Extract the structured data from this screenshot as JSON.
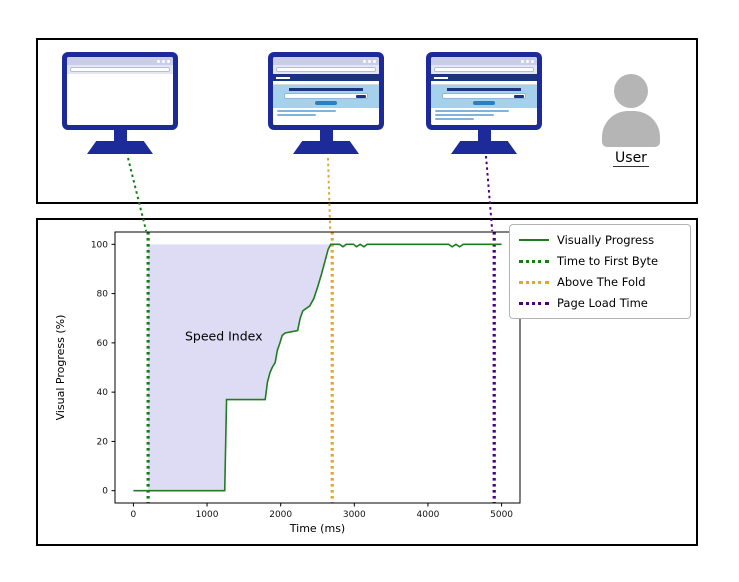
{
  "figure": {
    "user_label": "User"
  },
  "chart_data": {
    "type": "line",
    "title": "",
    "xlabel": "Time (ms)",
    "ylabel": "Visual Progress (%)",
    "xlim": [
      -250,
      5250
    ],
    "ylim": [
      -5,
      105
    ],
    "xticks": [
      0,
      1000,
      2000,
      3000,
      4000,
      5000
    ],
    "yticks": [
      0,
      20,
      40,
      60,
      80,
      100
    ],
    "grid": false,
    "legend_position": "upper right",
    "annotation": {
      "text": "Speed Index",
      "x": 700,
      "y": 61
    },
    "series": [
      {
        "name": "Visually Progress",
        "color": "#1f7d1f",
        "style": "solid",
        "points": [
          [
            0,
            0
          ],
          [
            1240,
            0
          ],
          [
            1265,
            37
          ],
          [
            1790,
            37
          ],
          [
            1820,
            44
          ],
          [
            1855,
            48
          ],
          [
            1885,
            50
          ],
          [
            1925,
            52
          ],
          [
            1955,
            57
          ],
          [
            1990,
            60
          ],
          [
            2020,
            63
          ],
          [
            2060,
            64
          ],
          [
            2230,
            65
          ],
          [
            2265,
            70
          ],
          [
            2300,
            73
          ],
          [
            2395,
            75
          ],
          [
            2450,
            78
          ],
          [
            2505,
            83
          ],
          [
            2555,
            88
          ],
          [
            2600,
            93
          ],
          [
            2645,
            98
          ],
          [
            2680,
            100
          ],
          [
            2800,
            100
          ],
          [
            2845,
            99
          ],
          [
            2890,
            100
          ],
          [
            2990,
            100
          ],
          [
            3030,
            99
          ],
          [
            3080,
            100
          ],
          [
            3130,
            99
          ],
          [
            3175,
            100
          ],
          [
            4280,
            100
          ],
          [
            4330,
            99
          ],
          [
            4380,
            100
          ],
          [
            4430,
            99
          ],
          [
            4480,
            100
          ],
          [
            5000,
            100
          ]
        ]
      }
    ],
    "vlines": [
      {
        "label": "Time to First Byte",
        "x": 200,
        "color": "#118011",
        "style": "dotted"
      },
      {
        "label": "Above The Fold",
        "x": 2700,
        "color": "#e2a72e",
        "style": "dotted"
      },
      {
        "label": "Page Load Time",
        "x": 4900,
        "color": "#4b0082",
        "style": "dotted"
      }
    ],
    "shaded_region": {
      "label": "Speed Index",
      "color": "#dedcf4",
      "x_from": 200,
      "x_to": 2680,
      "bounded_by": "between progress curve and 100%"
    },
    "legend_entries": [
      {
        "label": "Visually Progress",
        "color": "#1f7d1f",
        "style": "solid"
      },
      {
        "label": "Time to First Byte",
        "color": "#118011",
        "style": "dotted"
      },
      {
        "label": "Above The Fold",
        "color": "#e2a72e",
        "style": "dotted"
      },
      {
        "label": "Page Load Time",
        "color": "#4b0082",
        "style": "dotted"
      }
    ]
  }
}
